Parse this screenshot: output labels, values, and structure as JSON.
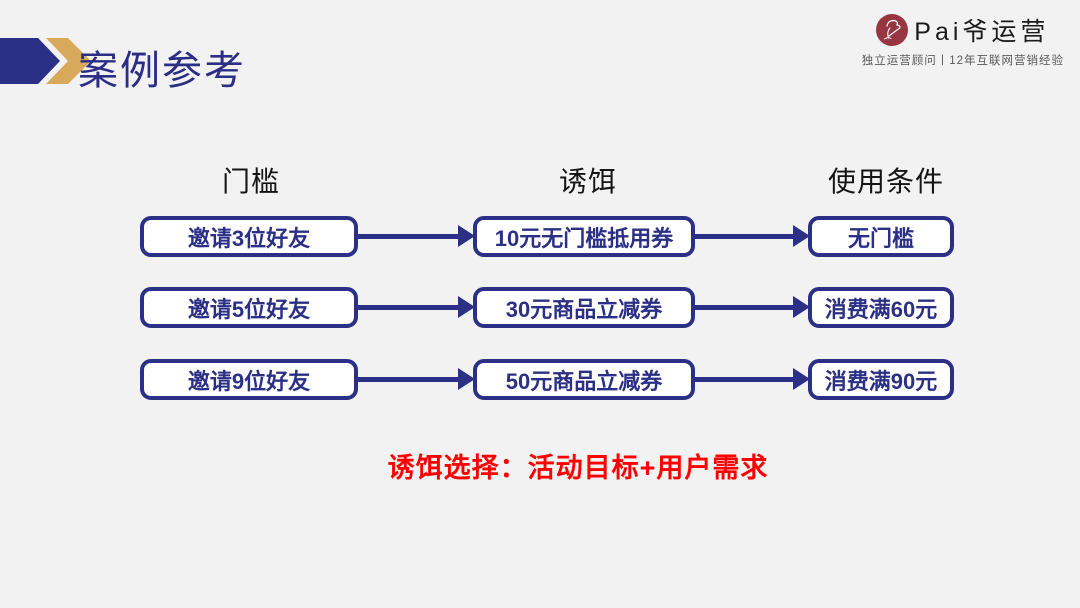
{
  "header": {
    "title": "案例参考",
    "brand": {
      "name": "Pai爷运营",
      "tagline": "独立运营顾问丨12年互联网营销经验"
    }
  },
  "diagram": {
    "columns": [
      "门槛",
      "诱饵",
      "使用条件"
    ],
    "rows": [
      [
        "邀请3位好友",
        "10元无门槛抵用券",
        "无门槛"
      ],
      [
        "邀请5位好友",
        "30元商品立减券",
        "消费满60元"
      ],
      [
        "邀请9位好友",
        "50元商品立减券",
        "消费满90元"
      ]
    ]
  },
  "footer": {
    "note": "诱饵选择：活动目标+用户需求"
  },
  "icons": {
    "title_marker": "double-chevron-right",
    "brand_mark": "red-seal-figure"
  },
  "colors": {
    "background": "#F2F2F3",
    "accent_blue": "#2B3086",
    "title_blue": "#2B2E84",
    "accent_gold": "#D8A95B",
    "note_red": "#FE0000",
    "brand_seal_red": "#973641",
    "tagline_gray": "#595959"
  }
}
